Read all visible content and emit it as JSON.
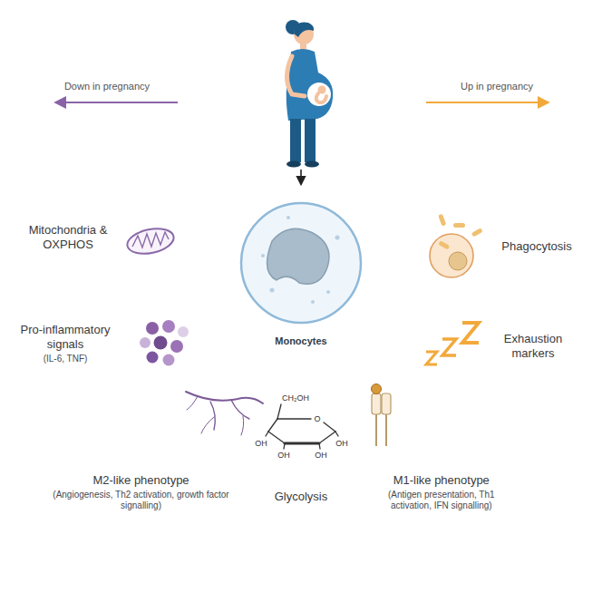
{
  "diagram": {
    "nodes": [
      {
        "text": [
          "Monocytes"
        ]
      },
      {
        "text": [
          "Mitochondria & OXPHOS"
        ]
      },
      {
        "text": [
          "Pro-inflammatory signals",
          "(IL-6, TNF)"
        ]
      },
      {
        "text": [
          "M2-like phenotype",
          "(Angiogenesis, Th2 activation, growth factor signalling)"
        ]
      },
      {
        "text": [
          "Glycolysis"
        ]
      },
      {
        "text": [
          "M1-like phenotype",
          "(Antigen presentation, Th1 activation, IFN signalling)"
        ]
      },
      {
        "text": [
          "Exhaustion markers"
        ]
      },
      {
        "text": [
          "Phagocytosis"
        ]
      }
    ],
    "labels": [
      "Down in pregnancy",
      "Up in pregnancy",
      "CH₂OH",
      "O",
      "OH",
      "OH",
      "OH",
      "OH"
    ]
  }
}
